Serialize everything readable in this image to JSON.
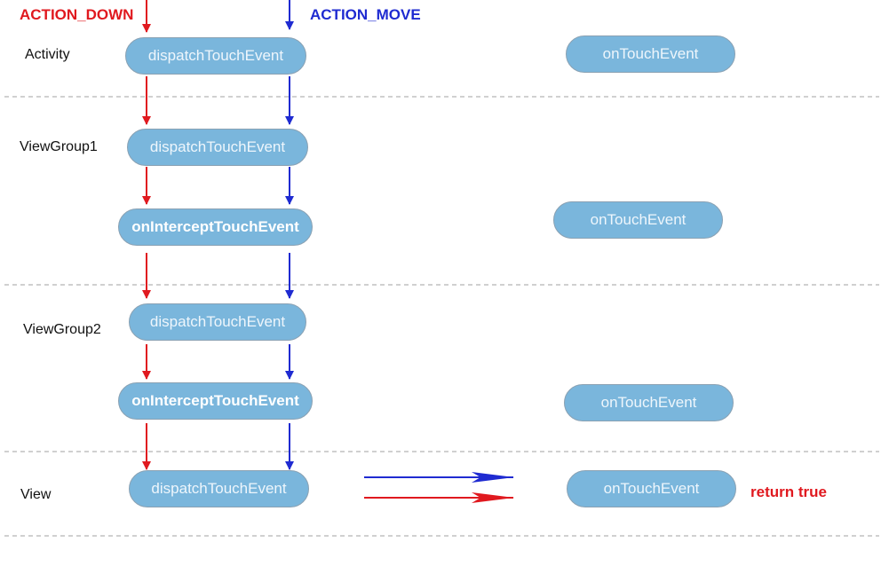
{
  "legend": {
    "down": {
      "text": "ACTION_DOWN",
      "color": "#e0191f"
    },
    "move": {
      "text": "ACTION_MOVE",
      "color": "#1f2bd1"
    }
  },
  "layers": {
    "activity": "Activity",
    "viewgroup1": "ViewGroup1",
    "viewgroup2": "ViewGroup2",
    "view": "View"
  },
  "methods": {
    "dispatch": "dispatchTouchEvent",
    "intercept": "onInterceptTouchEvent",
    "touch": "onTouchEvent"
  },
  "note": {
    "text": "return true",
    "color": "#e0191f"
  },
  "colors": {
    "node_fill": "#7ab6dc",
    "divider": "#b5b5b5",
    "down_arrow": "#e0191f",
    "move_arrow": "#1f2bd1"
  }
}
